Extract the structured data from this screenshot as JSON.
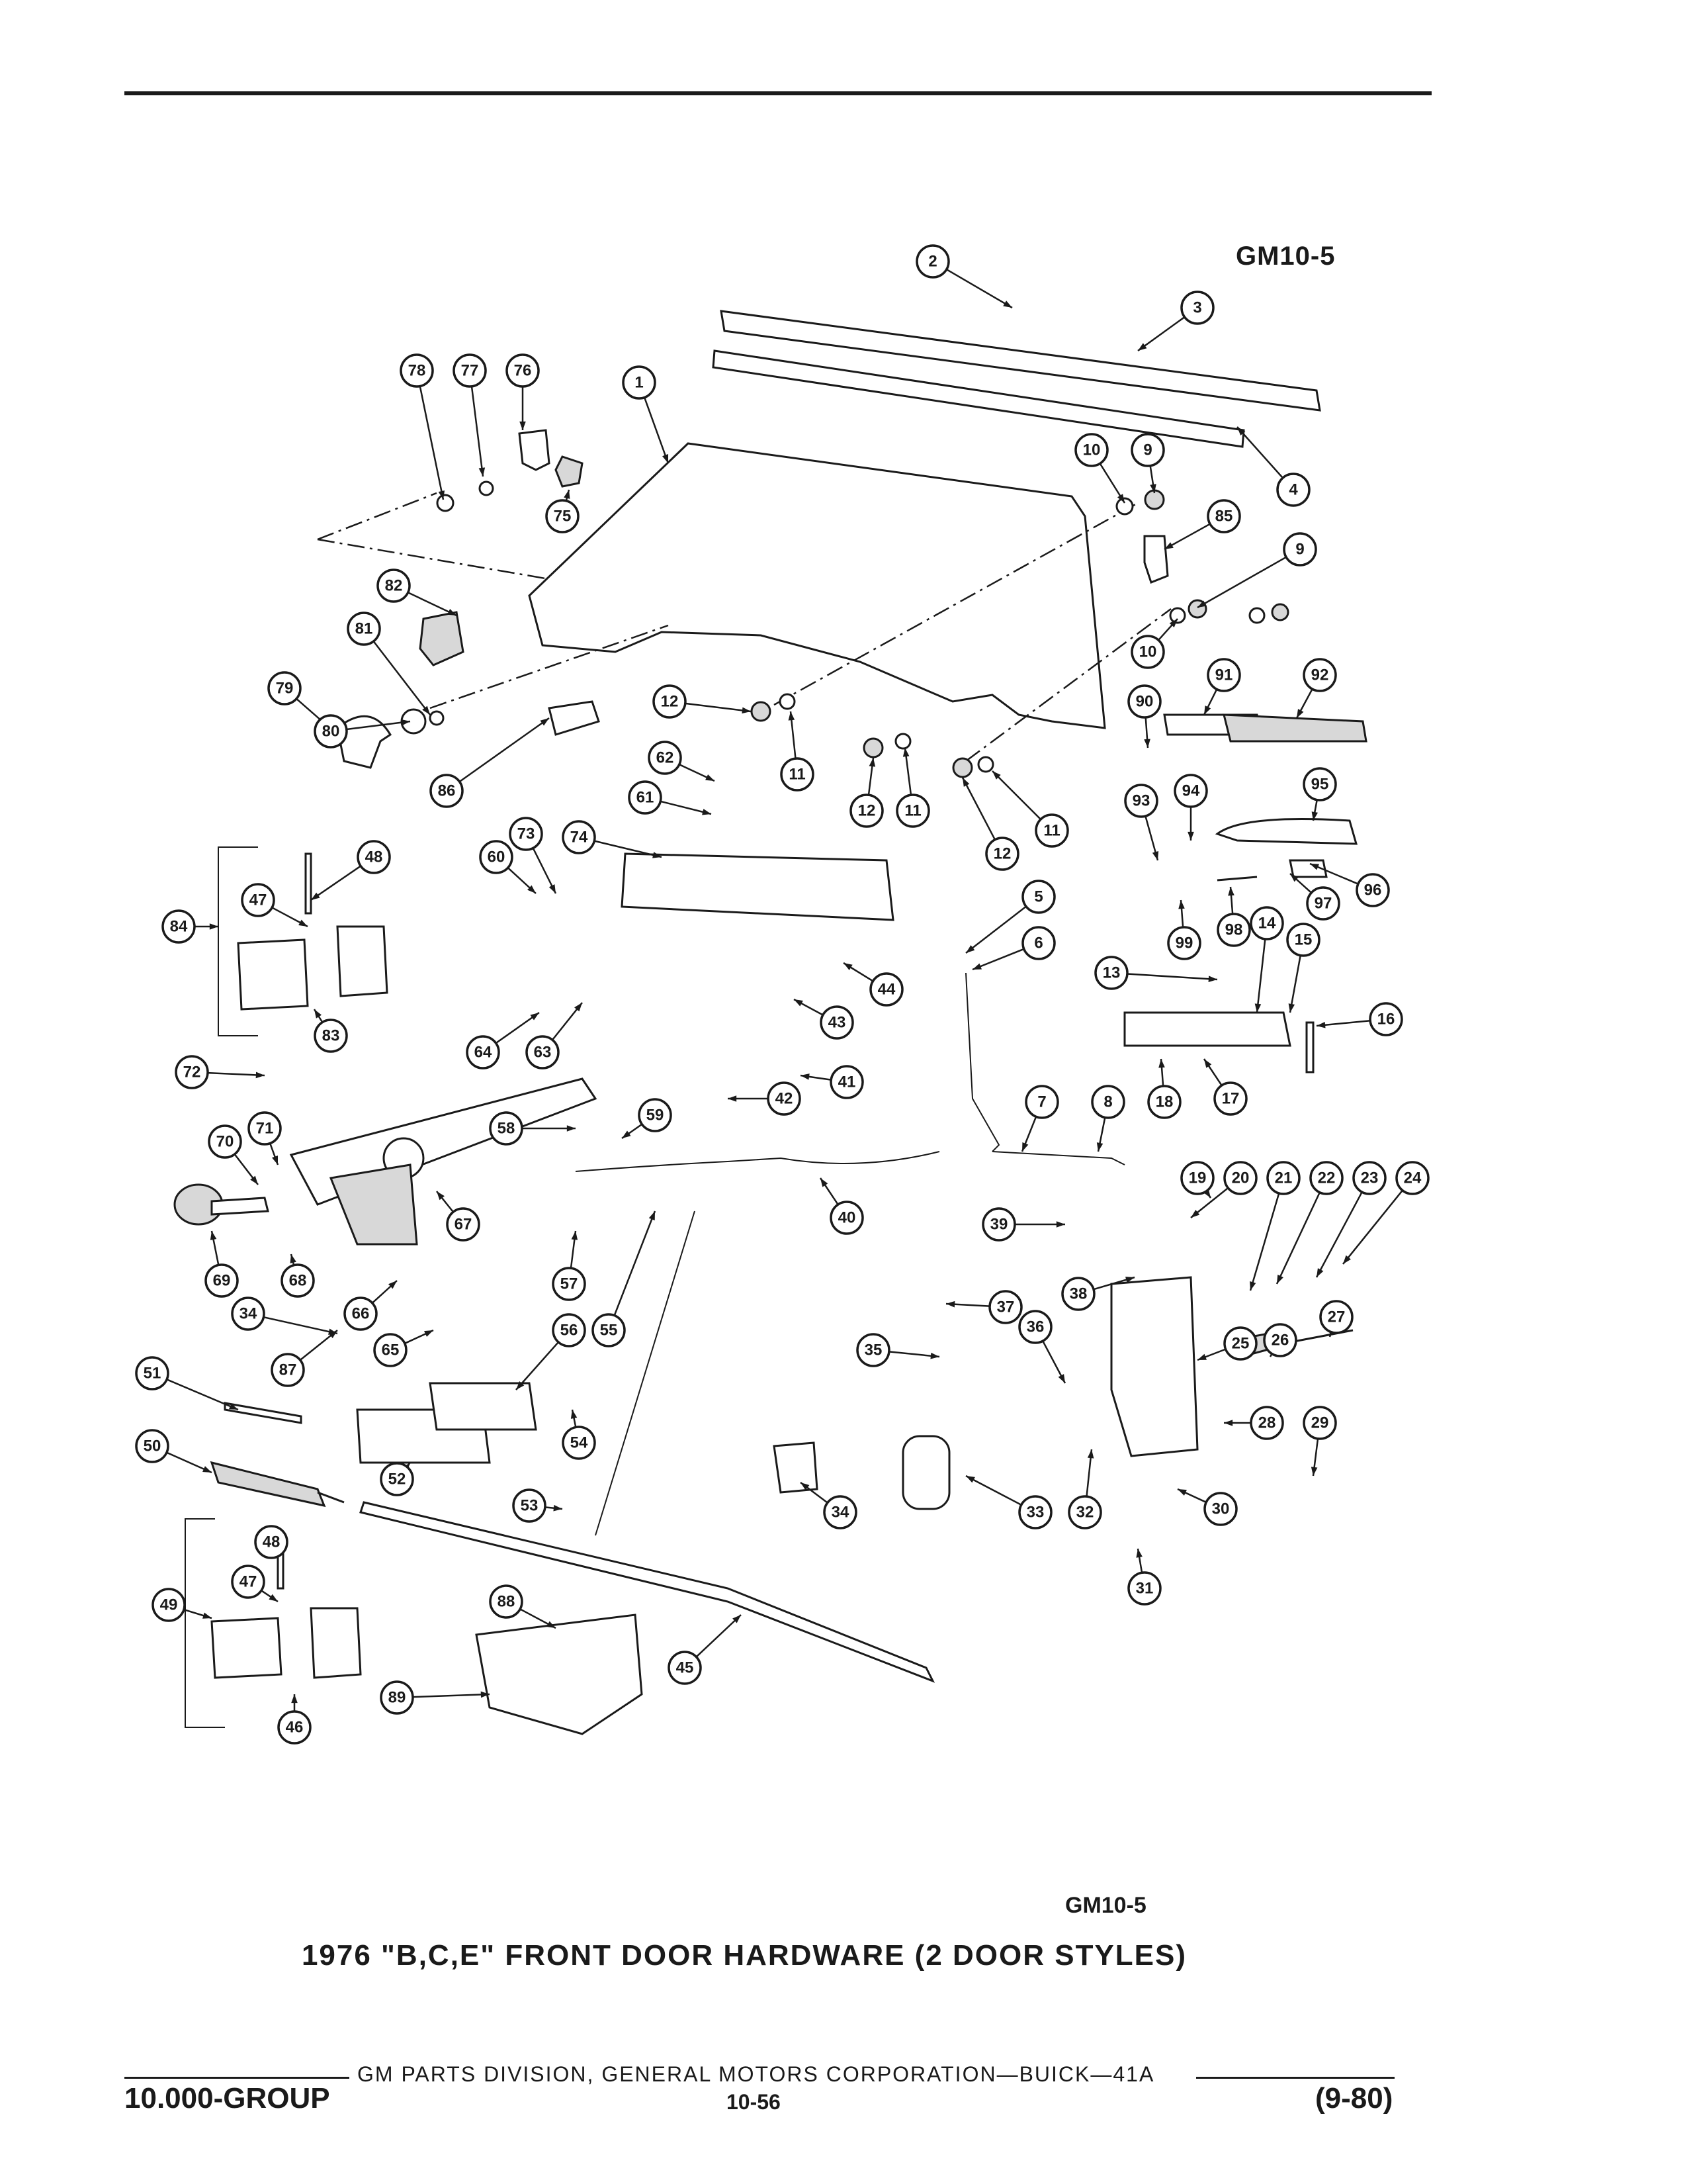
{
  "header": {
    "ref_code_top": "GM10-5"
  },
  "figure": {
    "ref_code_bottom": "GM10-5",
    "caption": "1976 \"B,C,E\" FRONT DOOR HARDWARE (2 DOOR STYLES)"
  },
  "footer": {
    "publisher_line": "GM PARTS DIVISION, GENERAL MOTORS CORPORATION—BUICK—41A",
    "group": "10.000-GROUP",
    "page": "10-56",
    "edition": "(9-80)"
  },
  "callouts": [
    {
      "n": "1"
    },
    {
      "n": "2"
    },
    {
      "n": "3"
    },
    {
      "n": "4"
    },
    {
      "n": "5"
    },
    {
      "n": "6"
    },
    {
      "n": "7"
    },
    {
      "n": "8"
    },
    {
      "n": "9"
    },
    {
      "n": "9"
    },
    {
      "n": "10"
    },
    {
      "n": "10"
    },
    {
      "n": "11"
    },
    {
      "n": "11"
    },
    {
      "n": "11"
    },
    {
      "n": "12"
    },
    {
      "n": "12"
    },
    {
      "n": "12"
    },
    {
      "n": "13"
    },
    {
      "n": "14"
    },
    {
      "n": "15"
    },
    {
      "n": "16"
    },
    {
      "n": "17"
    },
    {
      "n": "18"
    },
    {
      "n": "19"
    },
    {
      "n": "20"
    },
    {
      "n": "21"
    },
    {
      "n": "22"
    },
    {
      "n": "23"
    },
    {
      "n": "24"
    },
    {
      "n": "25"
    },
    {
      "n": "26"
    },
    {
      "n": "27"
    },
    {
      "n": "28"
    },
    {
      "n": "29"
    },
    {
      "n": "30"
    },
    {
      "n": "31"
    },
    {
      "n": "32"
    },
    {
      "n": "33"
    },
    {
      "n": "34"
    },
    {
      "n": "34"
    },
    {
      "n": "35"
    },
    {
      "n": "36"
    },
    {
      "n": "37"
    },
    {
      "n": "38"
    },
    {
      "n": "39"
    },
    {
      "n": "40"
    },
    {
      "n": "41"
    },
    {
      "n": "42"
    },
    {
      "n": "43"
    },
    {
      "n": "44"
    },
    {
      "n": "45"
    },
    {
      "n": "46"
    },
    {
      "n": "47"
    },
    {
      "n": "47"
    },
    {
      "n": "48"
    },
    {
      "n": "48"
    },
    {
      "n": "49"
    },
    {
      "n": "50"
    },
    {
      "n": "51"
    },
    {
      "n": "52"
    },
    {
      "n": "53"
    },
    {
      "n": "54"
    },
    {
      "n": "55"
    },
    {
      "n": "56"
    },
    {
      "n": "57"
    },
    {
      "n": "58"
    },
    {
      "n": "59"
    },
    {
      "n": "60"
    },
    {
      "n": "61"
    },
    {
      "n": "62"
    },
    {
      "n": "63"
    },
    {
      "n": "64"
    },
    {
      "n": "65"
    },
    {
      "n": "66"
    },
    {
      "n": "67"
    },
    {
      "n": "68"
    },
    {
      "n": "69"
    },
    {
      "n": "70"
    },
    {
      "n": "71"
    },
    {
      "n": "72"
    },
    {
      "n": "73"
    },
    {
      "n": "74"
    },
    {
      "n": "75"
    },
    {
      "n": "76"
    },
    {
      "n": "77"
    },
    {
      "n": "78"
    },
    {
      "n": "79"
    },
    {
      "n": "80"
    },
    {
      "n": "81"
    },
    {
      "n": "82"
    },
    {
      "n": "83"
    },
    {
      "n": "84"
    },
    {
      "n": "85"
    },
    {
      "n": "86"
    },
    {
      "n": "87"
    },
    {
      "n": "88"
    },
    {
      "n": "89"
    },
    {
      "n": "90"
    },
    {
      "n": "91"
    },
    {
      "n": "92"
    },
    {
      "n": "93"
    },
    {
      "n": "94"
    },
    {
      "n": "95"
    },
    {
      "n": "96"
    },
    {
      "n": "97"
    },
    {
      "n": "98"
    },
    {
      "n": "99"
    }
  ]
}
